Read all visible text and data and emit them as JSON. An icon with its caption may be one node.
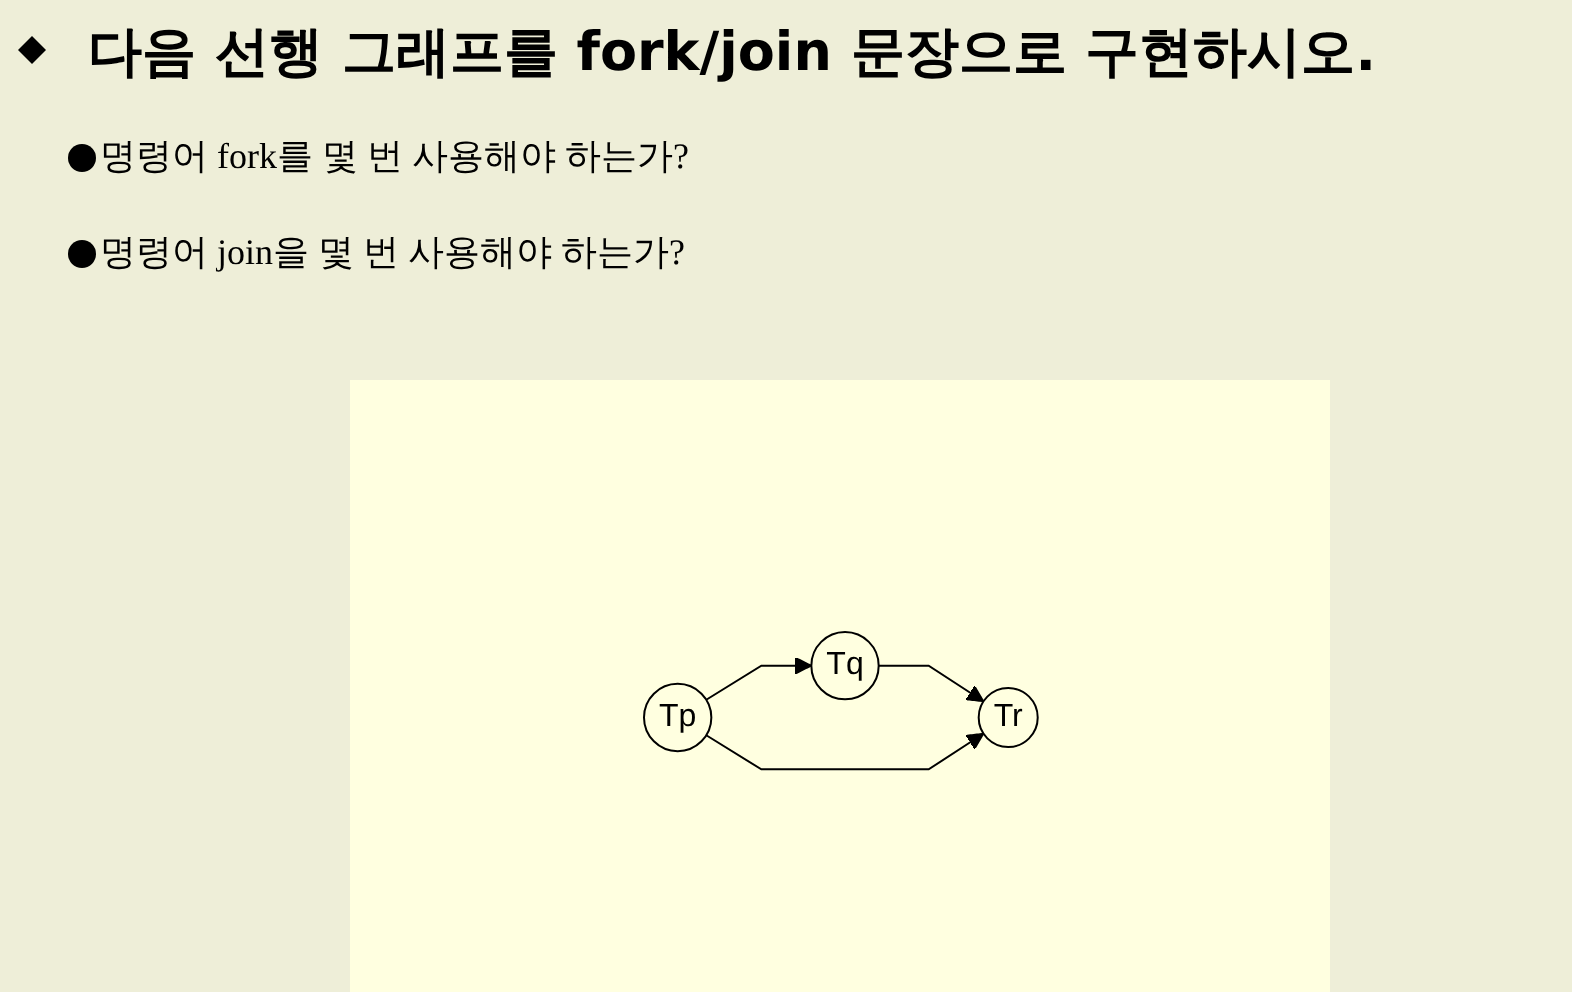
{
  "diagram": {
    "title": "다음 선행 그래프를 fork/join 문장으로 구현하시오.",
    "nodes": [
      {
        "text": [
          "Tp"
        ]
      },
      {
        "text": [
          "Tq"
        ]
      },
      {
        "text": [
          "Tr"
        ]
      }
    ],
    "edges": [
      {
        "from": 0,
        "to": 1,
        "arrow": "to"
      },
      {
        "from": 1,
        "to": 2,
        "arrow": "to"
      },
      {
        "from": 0,
        "to": 2,
        "arrow": "to"
      }
    ],
    "labels": [
      "명령어 fork를 몇 번 사용해야 하는가?",
      "명령어 join을 몇 번 사용해야 하는가?"
    ]
  }
}
